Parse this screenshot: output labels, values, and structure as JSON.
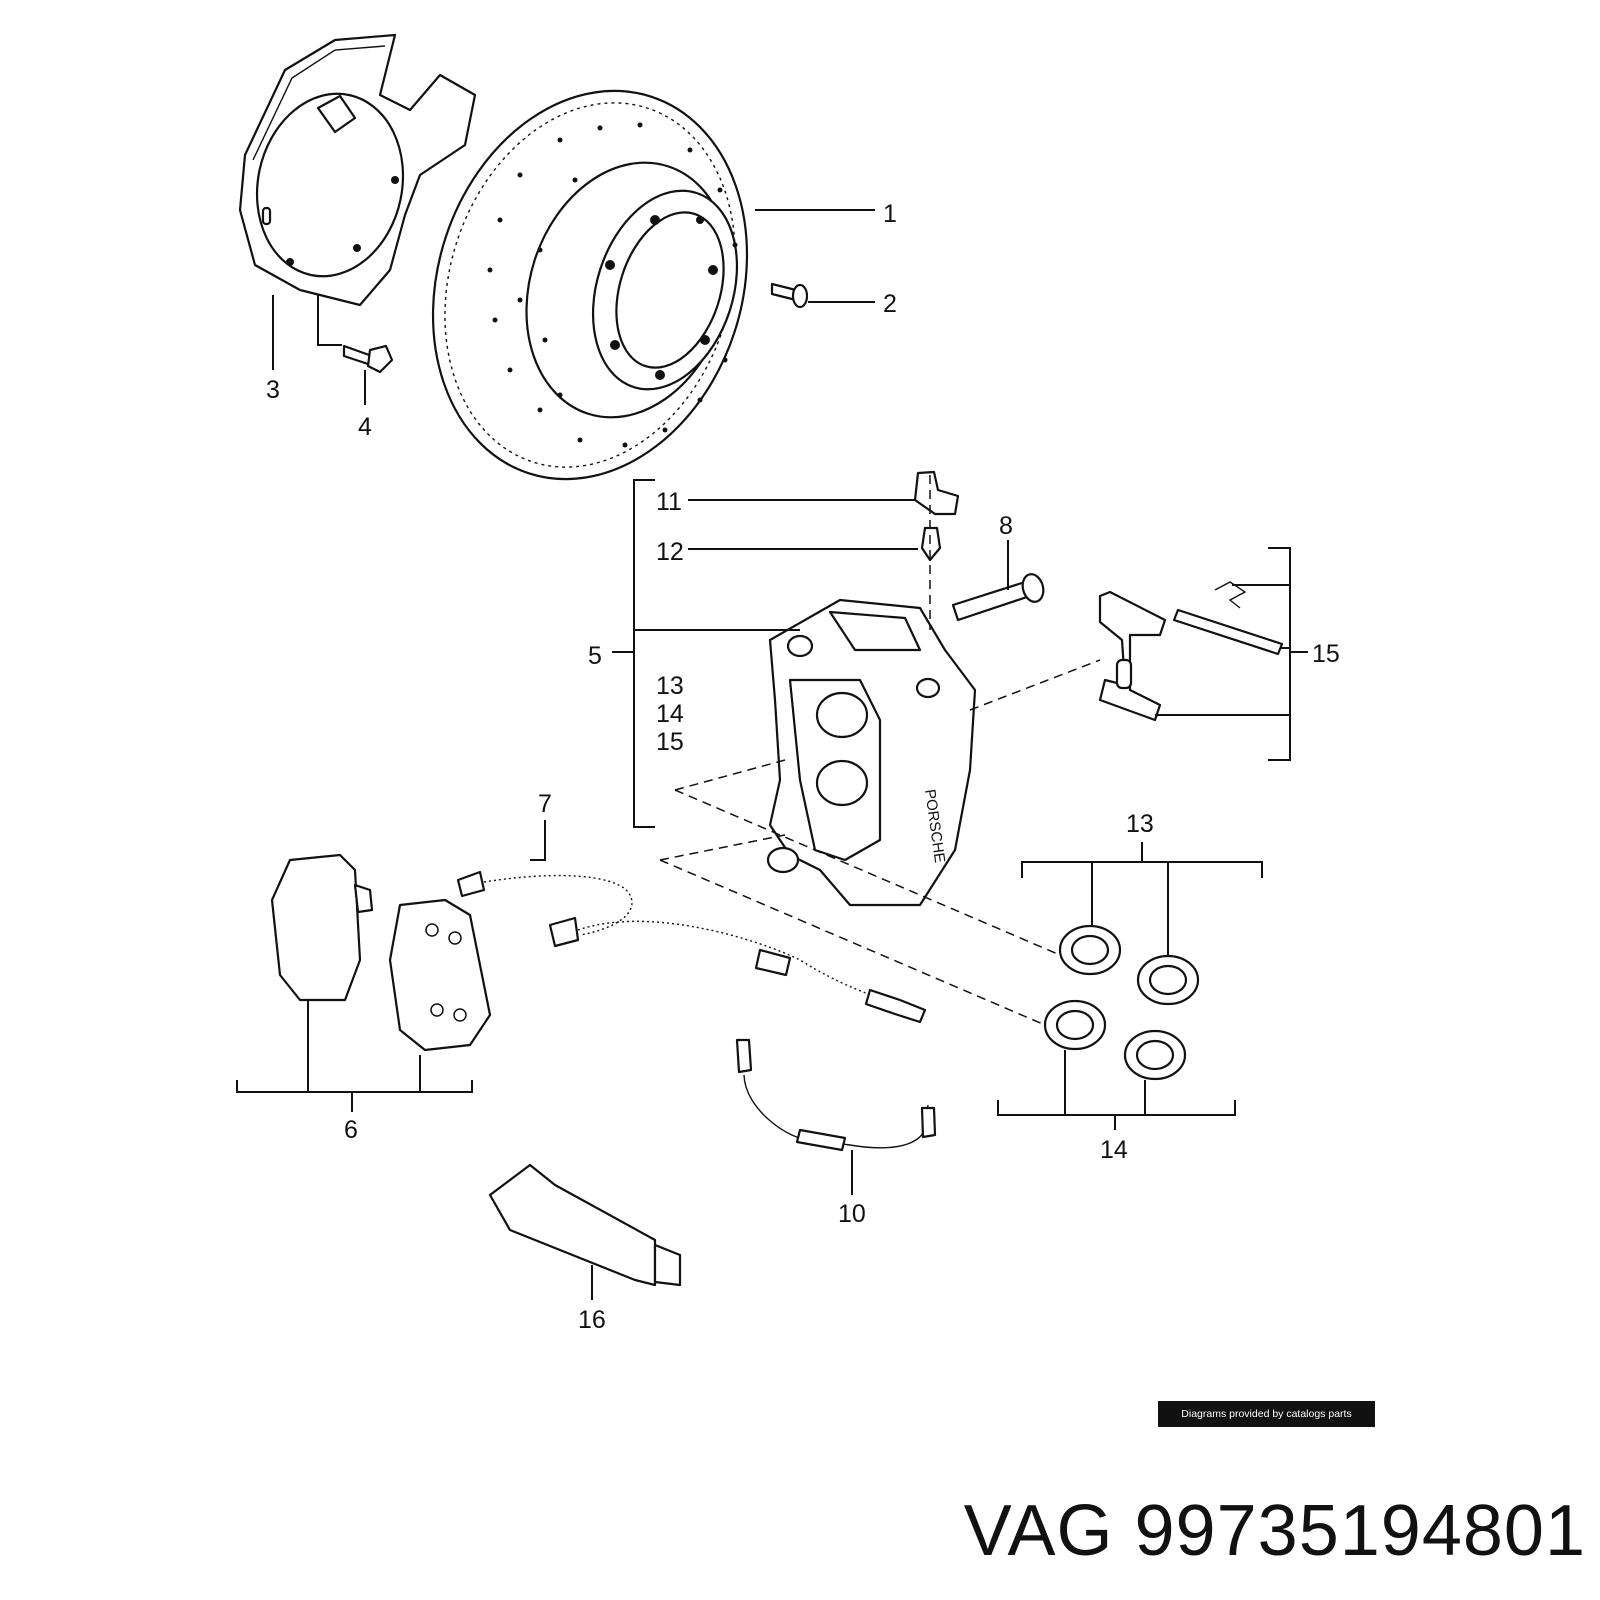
{
  "callouts": {
    "c1": "1",
    "c2": "2",
    "c3": "3",
    "c4": "4",
    "c5": "5",
    "c6": "6",
    "c7": "7",
    "c8": "8",
    "c10": "10",
    "c11": "11",
    "c12": "12",
    "c13a": "13",
    "c14a": "14",
    "c15a": "15",
    "c13b": "13",
    "c14b": "14",
    "c15b": "15",
    "c16": "16"
  },
  "credit": "Diagrams provided by catalogs parts",
  "caption": {
    "brand": "VAG",
    "part_number": "99735194801"
  }
}
